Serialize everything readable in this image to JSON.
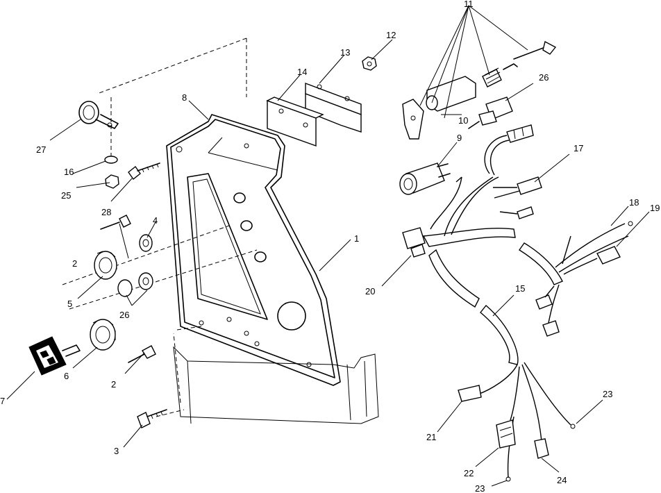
{
  "callouts": {
    "c1": "1",
    "c2a": "2",
    "c2b": "2",
    "c3": "3",
    "c4": "4",
    "c5": "5",
    "c6": "6",
    "c7": "7",
    "c8": "8",
    "c9": "9",
    "c10": "10",
    "c11": "11",
    "c12": "12",
    "c13": "13",
    "c14": "14",
    "c15": "15",
    "c16": "16",
    "c17": "17",
    "c18": "18",
    "c19": "19",
    "c20": "20",
    "c21": "21",
    "c22": "22",
    "c23a": "23",
    "c23b": "23",
    "c24": "24",
    "c25": "25",
    "c26a": "26",
    "c26b": "26",
    "c27": "27",
    "c28": "28"
  },
  "icons": {
    "key_fob": "key-fob-icon"
  }
}
